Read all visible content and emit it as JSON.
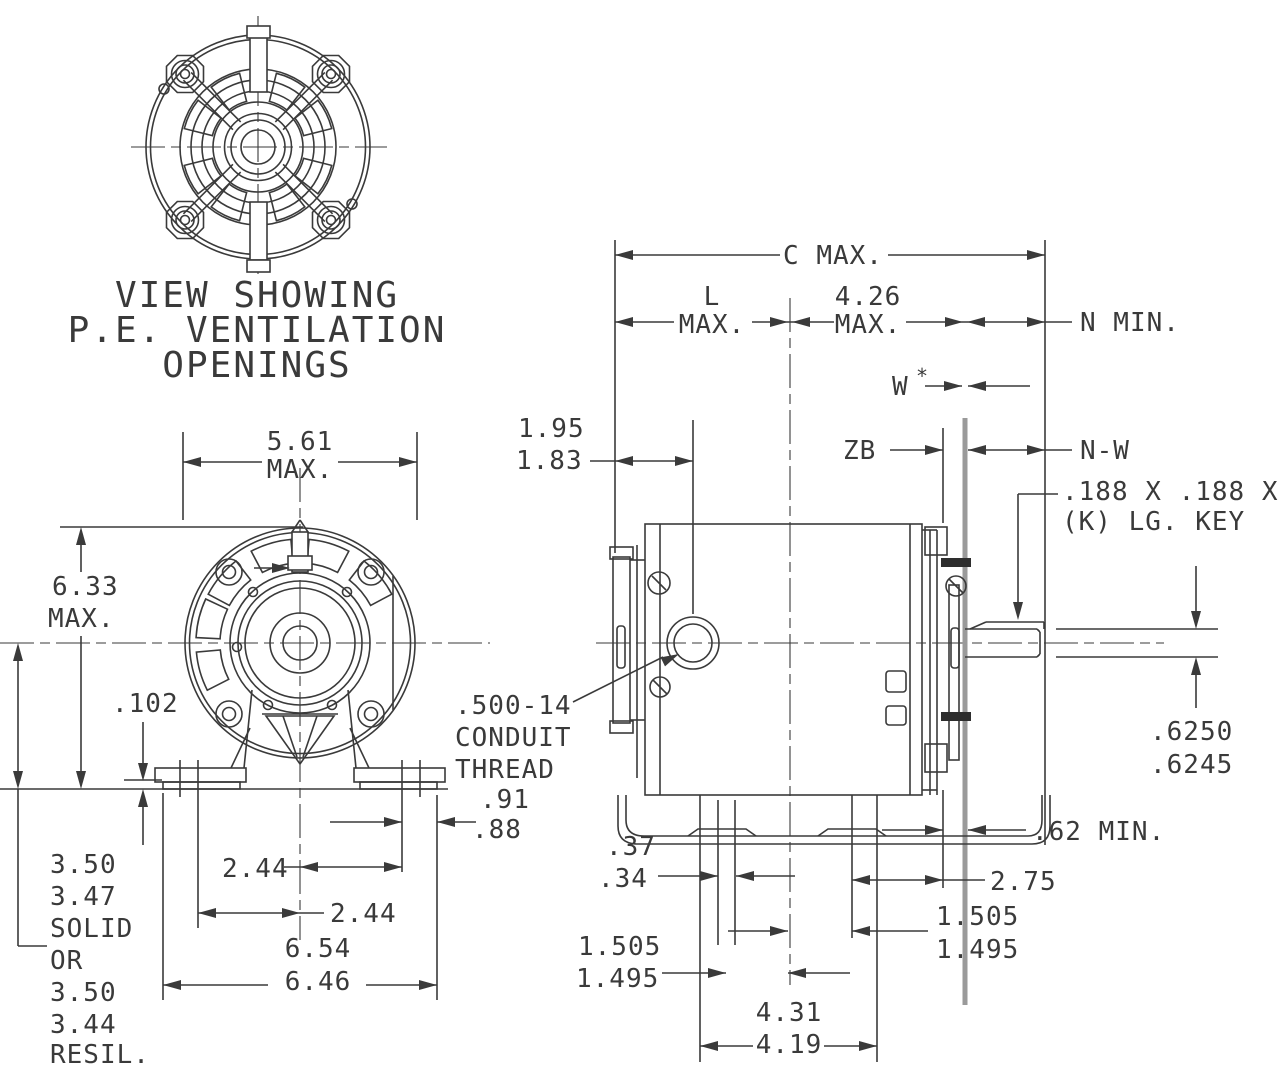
{
  "colors": {
    "line": "#3a3a3a",
    "hub_face_line": "#9a9a9a",
    "background": "#ffffff"
  },
  "rear": {
    "caption": [
      "VIEW SHOWING",
      "P.E. VENTILATION",
      "OPENINGS"
    ]
  },
  "front": {
    "width": [
      "5.61",
      "MAX."
    ],
    "height": [
      "6.33",
      "MAX."
    ],
    "pad": ".102",
    "shaft_height": [
      "3.50",
      "3.47",
      "SOLID",
      "OR",
      "3.50",
      "3.44",
      "RESIL."
    ],
    "slot_right": "2.44",
    "slot_left": "2.44",
    "base": [
      "6.54",
      "6.46"
    ],
    "foot": [
      ".91",
      ".88"
    ]
  },
  "side": {
    "c_max": "C MAX.",
    "l": [
      "L",
      "MAX."
    ],
    "mid": [
      "4.26",
      "MAX."
    ],
    "n_min": "N MIN.",
    "w": "W",
    "w_star": "*",
    "zb": "ZB",
    "n_w": "N-W",
    "conduit_pos": [
      "1.95",
      "1.83"
    ],
    "key": [
      ".188 X .188 X",
      "(K) LG. KEY"
    ],
    "thread": [
      ".500-14",
      "CONDUIT",
      "THREAD"
    ],
    "shaft_dia": [
      ".6250",
      ".6245"
    ],
    "flat": ".62 MIN.",
    "slot_w": [
      ".37",
      ".34"
    ],
    "f": "2.75",
    "slot_r": [
      "1.505",
      "1.495"
    ],
    "slot_l": [
      "1.505",
      "1.495"
    ],
    "base_len": [
      "4.31",
      "4.19"
    ]
  }
}
